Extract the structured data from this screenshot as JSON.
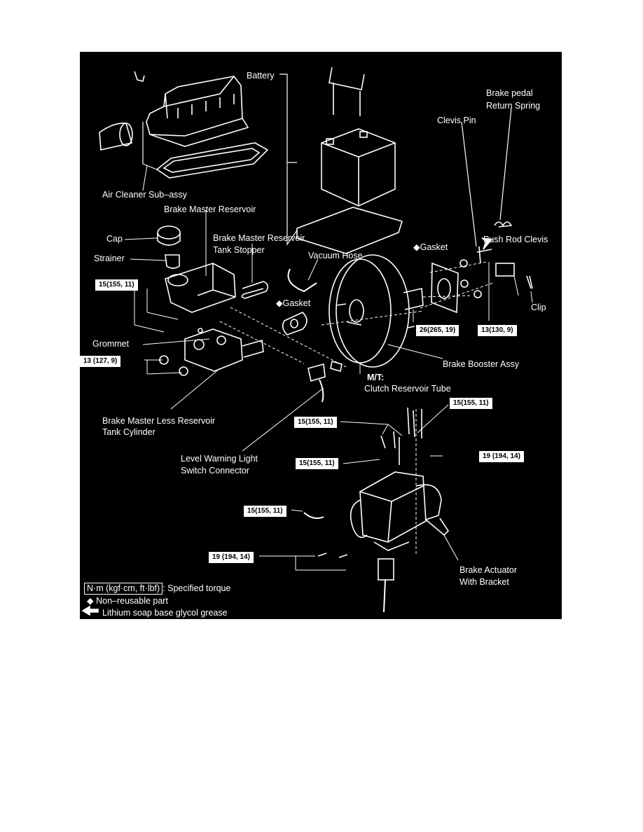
{
  "labels": {
    "battery": "Battery",
    "brake_pedal_return_spring_1": "Brake pedal",
    "brake_pedal_return_spring_2": "Return Spring",
    "clevis_pin": "Clevis Pin",
    "air_cleaner": "Air Cleaner Sub–assy",
    "brake_master_reservoir": "Brake Master Reservoir",
    "tank_stopper_1": "Brake Master Reservoir",
    "tank_stopper_2": "Tank Stopper",
    "cap": "Cap",
    "strainer": "Strainer",
    "vacuum_hose": "Vacuum Hose",
    "gasket_booster": "◆Gasket",
    "push_rod_clevis": "Push Rod Clevis",
    "gasket_master": "◆Gasket",
    "clip": "Clip",
    "grommet": "Grommet",
    "brake_booster": "Brake Booster Assy",
    "mt": "M/T:",
    "clutch_tube": "Clutch Reservoir Tube",
    "master_cyl_1": "Brake Master Less Reservoir",
    "master_cyl_2": "Tank Cylinder",
    "level_warning_1": "Level Warning Light",
    "level_warning_2": "Switch Connector",
    "actuator_1": "Brake Actuator",
    "actuator_2": "With Bracket"
  },
  "torques": {
    "reservoir_union": "15(155, 11)",
    "booster_nut": "26(265, 19)",
    "clevis_nut": "13(130, 9)",
    "master_nut": "13 (127, 9)",
    "actuator_line_top_right": "15(155, 11)",
    "actuator_line_left": "15(155, 11)",
    "actuator_line_mid": "15(155, 11)",
    "actuator_bolt_right": "19 (194, 14)",
    "actuator_line_side": "15(155, 11)",
    "actuator_bolt_bottom": "19 (194, 14)"
  },
  "legend": {
    "unit": "N·m (kgf·cm, ft·lbf)",
    "unit_desc": ": Specified torque",
    "nonreusable": "◆ Non–reusable part",
    "grease": "Lithium soap base glycol grease"
  }
}
